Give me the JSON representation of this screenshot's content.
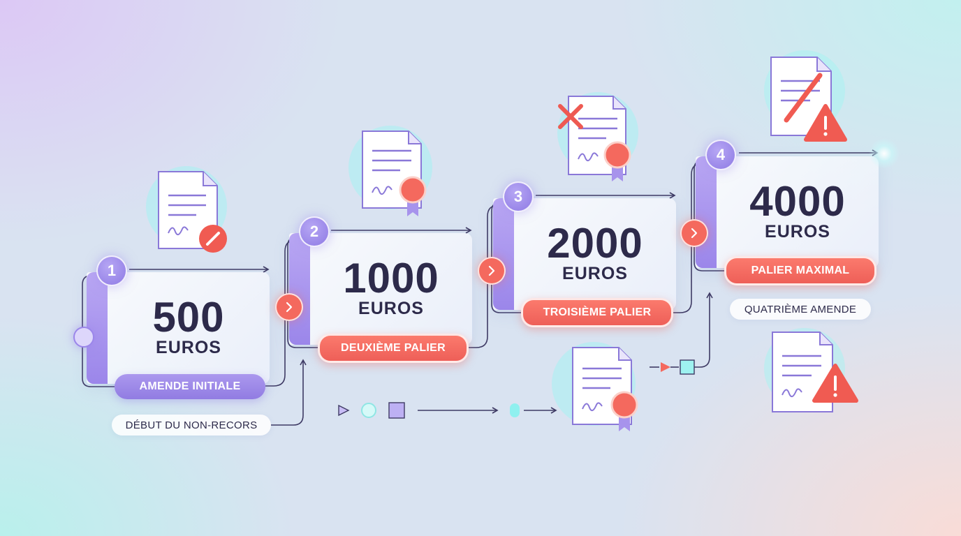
{
  "steps": [
    {
      "number": "1",
      "amount": "500",
      "unit": "EUROS",
      "label": "AMENDE INITIALE"
    },
    {
      "number": "2",
      "amount": "1000",
      "unit": "EUROS",
      "label": "DEUXIÈME PALIER"
    },
    {
      "number": "3",
      "amount": "2000",
      "unit": "EUROS",
      "label": "TROISIÈME PALIER"
    },
    {
      "number": "4",
      "amount": "4000",
      "unit": "EUROS",
      "label": "PALIER MAXIMAL"
    }
  ],
  "notes": {
    "start": "DÉBUT DU NON-RECORS",
    "fourth": "QUATRIÈME AMENDE"
  },
  "icons": {
    "doc1": "document-prohibited-icon",
    "doc2": "certificate-seal-icon",
    "doc3": "certificate-rejected-icon",
    "doc4": "document-cancelled-warning-icon",
    "doc5": "certificate-seal-icon",
    "doc6": "document-warning-icon",
    "chevron": "chevron-right-icon"
  },
  "colors": {
    "primary_purple": "#9b86ea",
    "accent_coral": "#f4695e",
    "text_dark": "#2d2a4a",
    "line": "#3e3a64",
    "teal": "#8ff0ef"
  }
}
